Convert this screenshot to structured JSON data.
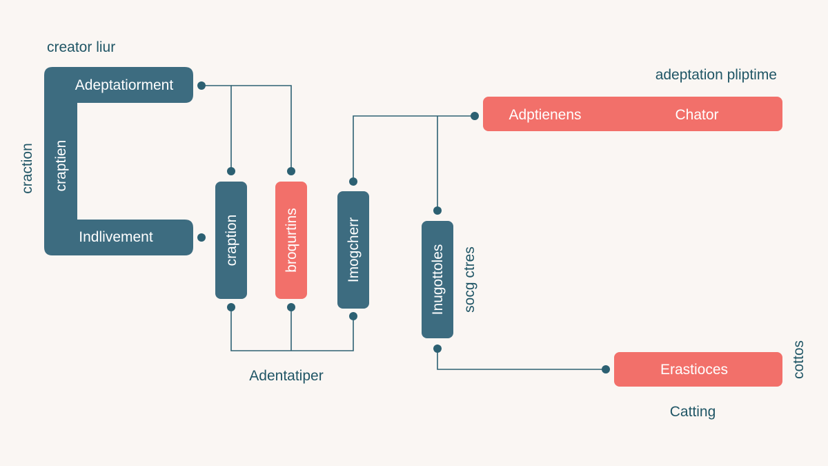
{
  "colors": {
    "background": "#faf6f3",
    "teal": "#3d6c80",
    "coral": "#f2706a",
    "line": "#2c6072",
    "label": "#1f5565",
    "box_text": "#ffffff"
  },
  "labels": {
    "top_left": "creator liur",
    "top_right": "adeptation pliptime",
    "left_vertical": "craction",
    "bottom_center": "Adentatiper",
    "right_vertical": "cottos",
    "bottom_right": "Catting",
    "beside_pill": "socg ctres"
  },
  "bracket": {
    "top_label": "Adeptatiorment",
    "side_label": "craptien",
    "bottom_label": "Indlivement",
    "color": "teal"
  },
  "pills": [
    {
      "id": "pill-1",
      "label": "craption",
      "color": "teal"
    },
    {
      "id": "pill-2",
      "label": "broqurtins",
      "color": "coral"
    },
    {
      "id": "pill-3",
      "label": "Imogcherr",
      "color": "teal"
    },
    {
      "id": "pill-4",
      "label": "Inugottoles",
      "color": "teal"
    }
  ],
  "bars": [
    {
      "id": "bar-top",
      "labels": [
        "Adptienens",
        "Chator"
      ],
      "color": "coral"
    },
    {
      "id": "bar-bottom",
      "labels": [
        "Erastioces"
      ],
      "color": "coral"
    }
  ]
}
